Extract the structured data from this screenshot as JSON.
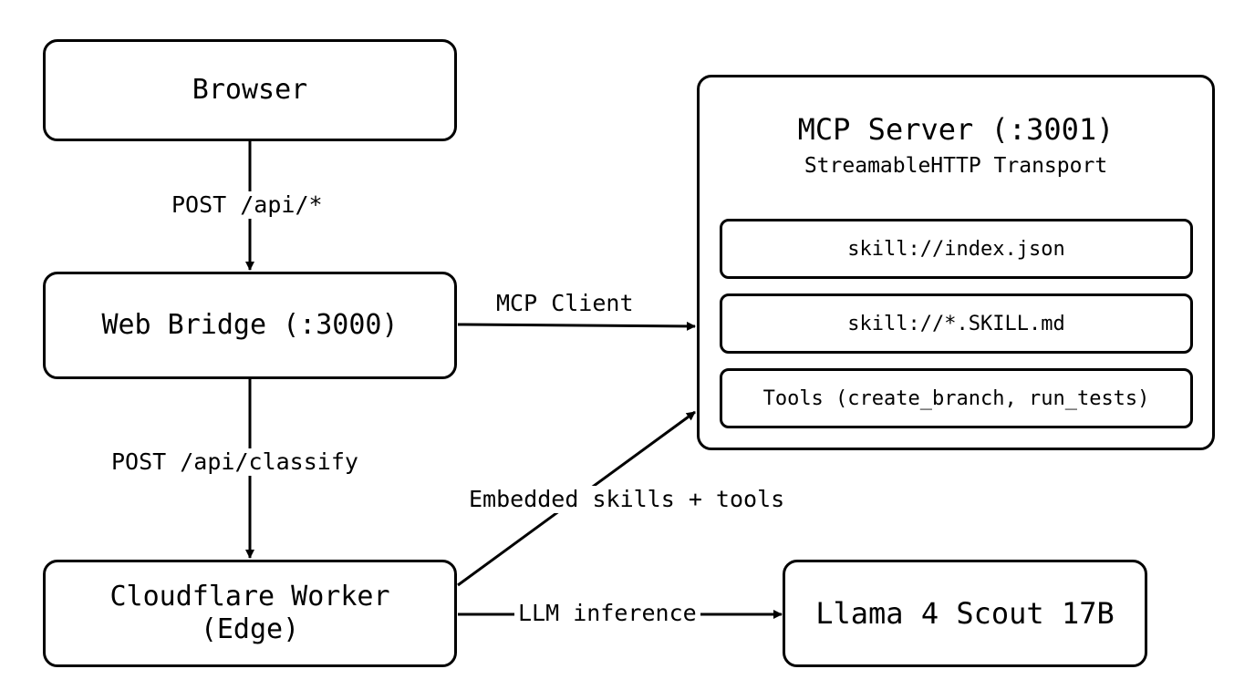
{
  "nodes": {
    "browser": {
      "label": "Browser"
    },
    "web_bridge": {
      "label": "Web Bridge (:3000)"
    },
    "worker": {
      "line1": "Cloudflare Worker",
      "line2": "(Edge)"
    },
    "llama": {
      "label": "Llama 4 Scout 17B"
    },
    "mcp_server": {
      "title": "MCP Server (:3001)",
      "subtitle": "StreamableHTTP Transport",
      "items": [
        {
          "label": "skill://index.json"
        },
        {
          "label": "skill://*.SKILL.md"
        },
        {
          "label": "Tools (create_branch, run_tests)"
        }
      ]
    }
  },
  "edges": {
    "browser_to_bridge": "POST /api/*",
    "bridge_to_mcp": "MCP Client",
    "bridge_to_worker": "POST /api/classify",
    "worker_to_mcp": "Embedded skills + tools",
    "worker_to_llama": "LLM inference"
  }
}
